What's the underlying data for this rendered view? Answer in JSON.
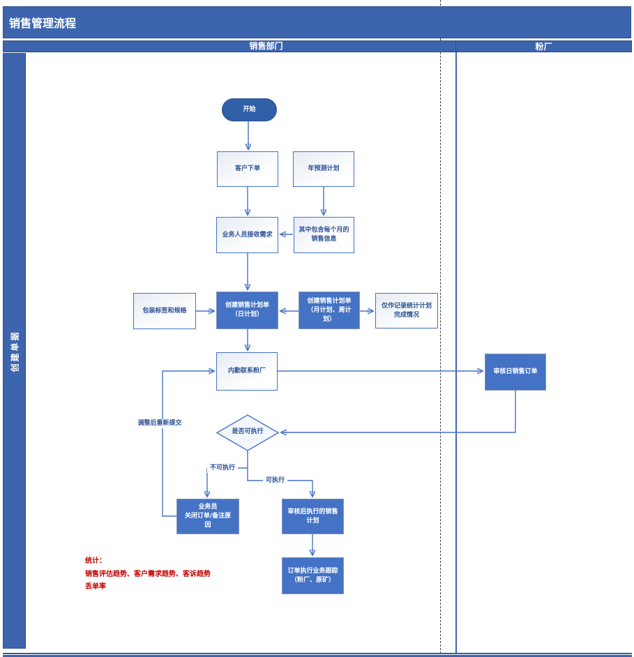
{
  "page": {
    "title": "销售管理流程"
  },
  "lanes": {
    "sales": "销售部门",
    "factory": "粉厂"
  },
  "band": {
    "label": "创建单据"
  },
  "nodes": {
    "start": "开始",
    "customer_order": "客户下单",
    "annual_forecast": "年预测计划",
    "receive_demand": "业务人员接收需求",
    "monthly_info": "其中包含每个月的\n销售信息",
    "packaging_spec": "包装标签和规格",
    "daily_plan": "创建销售计划单\n（日计划）",
    "month_week_plan": "创建销售计划单\n（月计划、周计\n划）",
    "record_only": "仅作记录统计计划\n完成情况",
    "contact_factory": "内勤联系粉厂",
    "review_daily_order": "审核日销售订单",
    "executable_decision": "是否可执行",
    "close_order": "业务员\n关闭订单/备注原\n因",
    "approved_plan": "审核后执行的销售\n计划",
    "order_tracking": "订单执行业务跟踪\n（粉厂、原矿）"
  },
  "edge_labels": {
    "resubmit": "调整后重新提交",
    "not_executable": "不可执行",
    "executable": "可执行"
  },
  "note": {
    "text": "统计：\n销售评估趋势、客户需求趋势、客诉趋势\n丢单率"
  },
  "colors": {
    "bar_blue": "#3D65AE",
    "box_fill": "#4472C4",
    "connector": "#4472C4",
    "text_blue": "#2E5395",
    "note_red": "#C00000"
  }
}
